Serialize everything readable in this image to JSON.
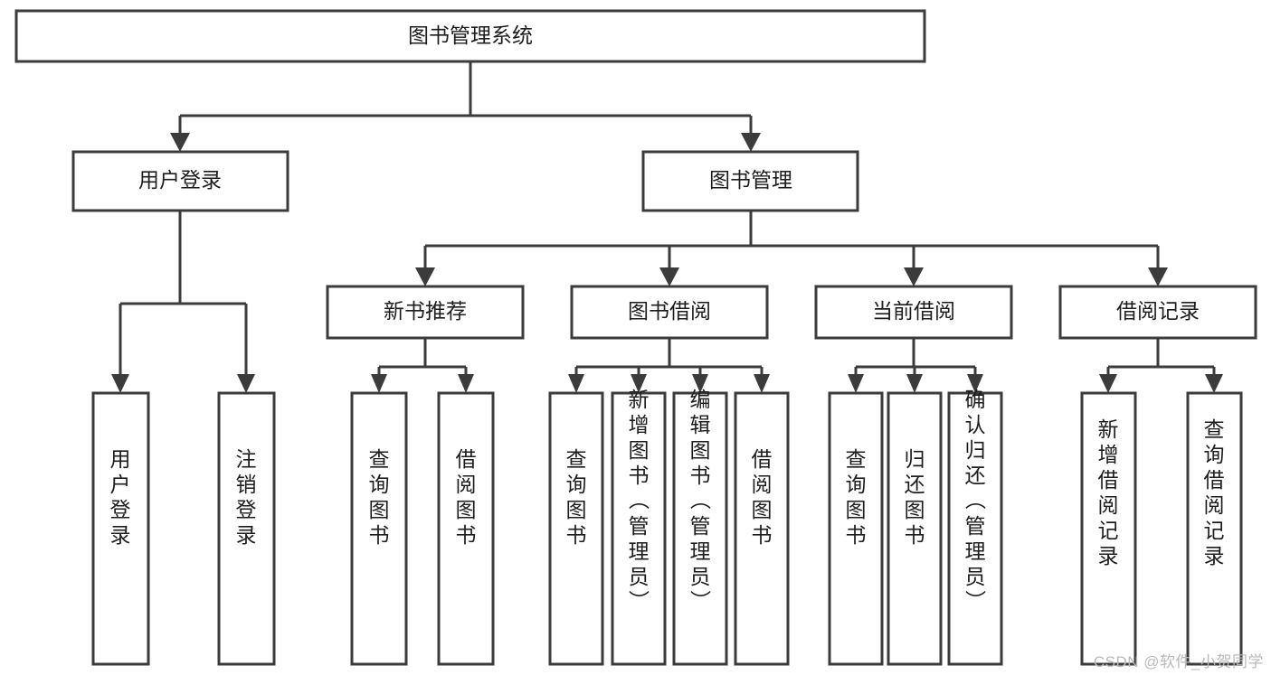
{
  "diagram": {
    "type": "tree-hierarchy",
    "title": "图书管理系统",
    "watermark": "CSDN @软件_小贺同学",
    "colors": {
      "stroke": "#3b3b3b",
      "fill": "#ffffff",
      "text": "#1d1d1d",
      "watermark": "#b9b9b9"
    },
    "nodes": {
      "root": {
        "label": "图书管理系统"
      },
      "level2": [
        {
          "label": "用户登录"
        },
        {
          "label": "图书管理"
        }
      ],
      "level3": [
        {
          "label": "新书推荐"
        },
        {
          "label": "图书借阅"
        },
        {
          "label": "当前借阅"
        },
        {
          "label": "借阅记录"
        }
      ],
      "leaves": {
        "user_login": [
          {
            "label": "用户登录"
          },
          {
            "label": "注销登录"
          }
        ],
        "new_book_recommend": [
          {
            "label": "查询图书"
          },
          {
            "label": "借阅图书"
          }
        ],
        "book_borrow": [
          {
            "label": "查询图书"
          },
          {
            "label": "新增图书（管理员）"
          },
          {
            "label": "编辑图书（管理员）"
          },
          {
            "label": "借阅图书"
          }
        ],
        "current_borrow": [
          {
            "label": "查询图书"
          },
          {
            "label": "归还图书"
          },
          {
            "label": "确认归还（管理员）"
          }
        ],
        "borrow_record": [
          {
            "label": "新增借阅记录"
          },
          {
            "label": "查询借阅记录"
          }
        ]
      }
    }
  }
}
